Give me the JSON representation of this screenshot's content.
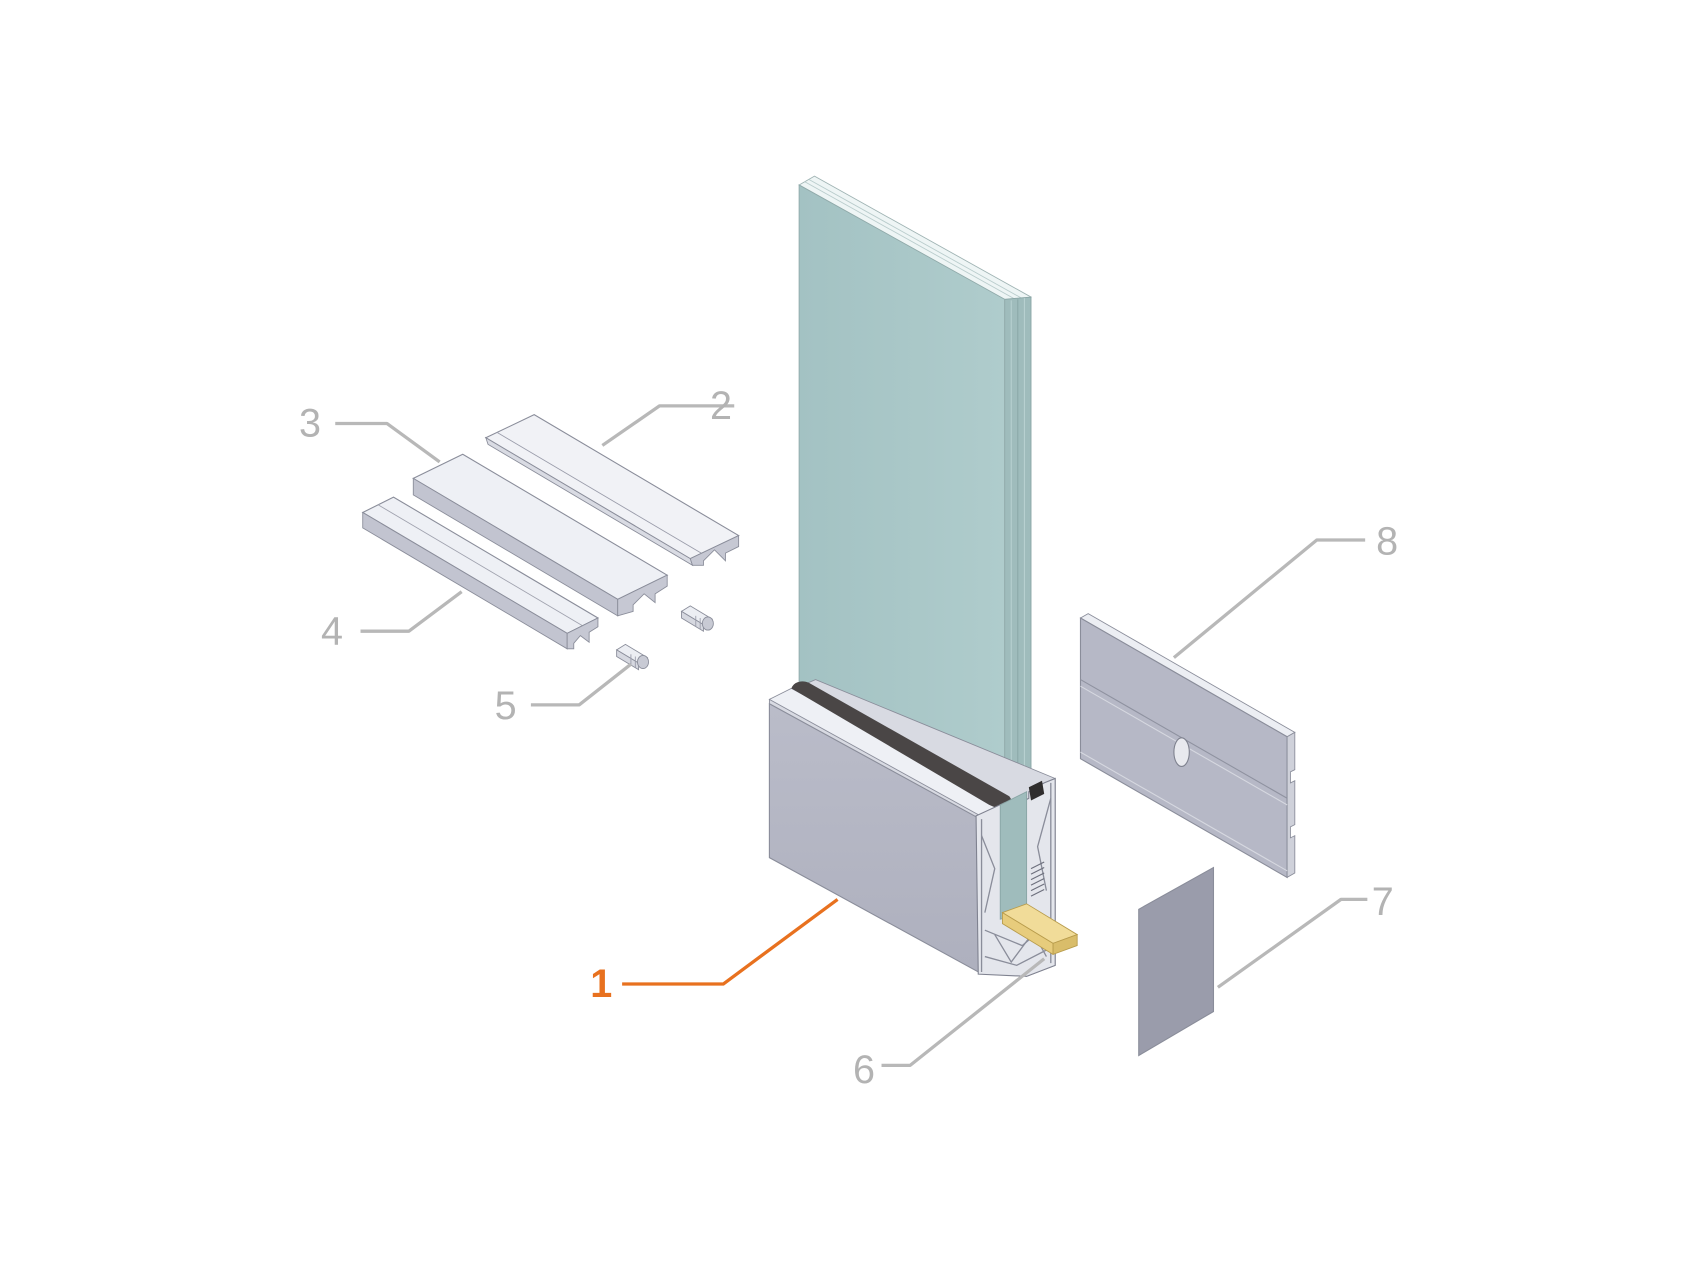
{
  "diagram": {
    "type": "exploded isometric assembly drawing",
    "subject": "frameless glass balustrade base-channel system",
    "colors": {
      "background": "#ffffff",
      "callout_primary": "#e8711f",
      "callout_secondary": "#b3b3b3",
      "glass": "#a9c6c6",
      "aluminium_face": "#b4b6c4",
      "aluminium_light": "#e9eaf0",
      "gasket": "#4a4646",
      "setting_block": "#e9cf86",
      "plate": "#9a9caa"
    },
    "callouts": [
      {
        "id": "1",
        "label": "1",
        "part": "base-channel-profile",
        "highlighted": true
      },
      {
        "id": "2",
        "label": "2",
        "part": "top-cover-strip"
      },
      {
        "id": "3",
        "label": "3",
        "part": "cover-profile"
      },
      {
        "id": "4",
        "label": "4",
        "part": "narrow-cover-profile"
      },
      {
        "id": "5",
        "label": "5",
        "part": "connector-pins"
      },
      {
        "id": "6",
        "label": "6",
        "part": "setting-block"
      },
      {
        "id": "7",
        "label": "7",
        "part": "spacer-plate"
      },
      {
        "id": "8",
        "label": "8",
        "part": "joining-plate-with-slot"
      }
    ]
  }
}
